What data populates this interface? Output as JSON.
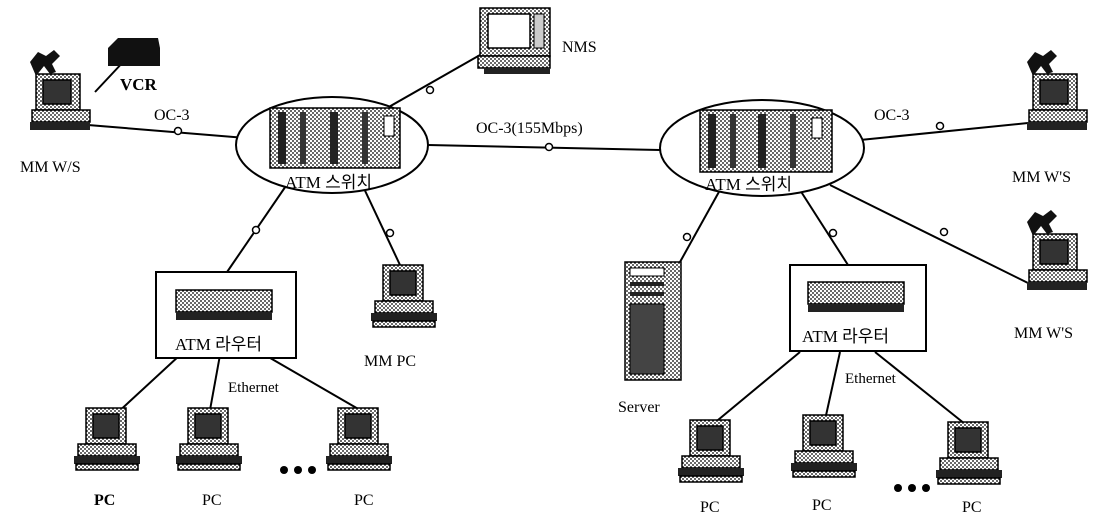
{
  "labels": {
    "vcr": "VCR",
    "nms": "NMS",
    "oc3_left": "OC-3",
    "oc3_trunk": "OC-3(155Mbps)",
    "oc3_right": "OC-3",
    "mmws_left": "MM W/S",
    "mmws_right_top": "MM W'S",
    "mmws_right_bottom": "MM W'S",
    "atm_switch_left": "ATM 스위치",
    "atm_switch_right": "ATM 스위치",
    "atm_router_left": "ATM 라우터",
    "atm_router_right": "ATM 라우터",
    "mm_pc": "MM PC",
    "ethernet_left": "Ethernet",
    "ethernet_right": "Ethernet",
    "server": "Server",
    "pc": "PC",
    "pc_right": "PC"
  }
}
